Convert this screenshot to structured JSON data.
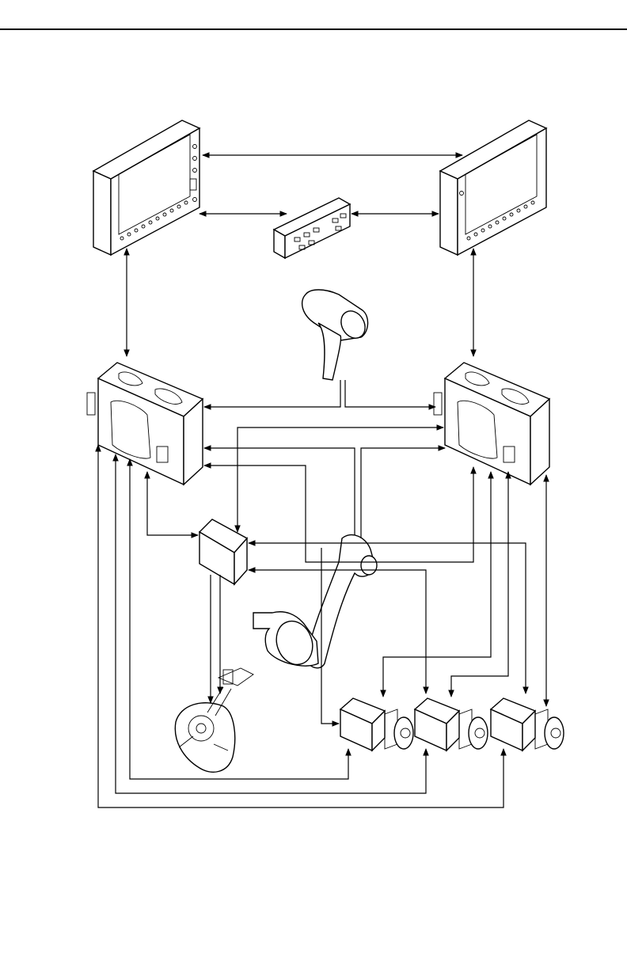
{
  "page": {
    "title": "",
    "line_color": "#000000",
    "background": "#ffffff"
  },
  "components": [
    {
      "id": "display-left",
      "kind": "display unit"
    },
    {
      "id": "display-right",
      "kind": "display unit"
    },
    {
      "id": "control-panel",
      "kind": "control panel"
    },
    {
      "id": "grip",
      "kind": "control grip"
    },
    {
      "id": "computer-left",
      "kind": "computer unit"
    },
    {
      "id": "computer-right",
      "kind": "computer unit"
    },
    {
      "id": "junction-box",
      "kind": "junction box"
    },
    {
      "id": "actuator-arm",
      "kind": "actuator"
    },
    {
      "id": "mechanism",
      "kind": "mechanism"
    },
    {
      "id": "servo-1",
      "kind": "servo"
    },
    {
      "id": "servo-2",
      "kind": "servo"
    },
    {
      "id": "servo-3",
      "kind": "servo"
    }
  ]
}
